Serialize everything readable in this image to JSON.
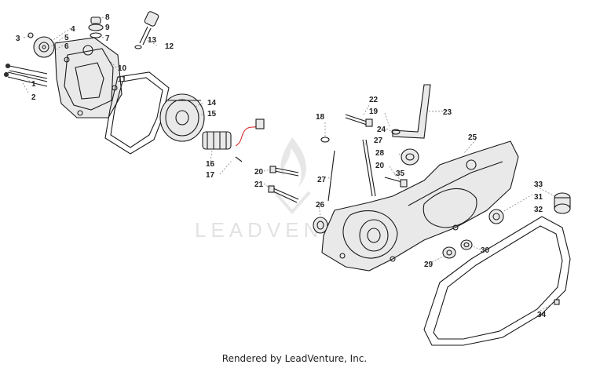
{
  "diagram": {
    "labels": [
      "1",
      "2",
      "3",
      "4",
      "5",
      "6",
      "7",
      "8",
      "9",
      "10",
      "11",
      "12",
      "13",
      "14",
      "15",
      "16",
      "17",
      "18",
      "19",
      "20",
      "20",
      "21",
      "22",
      "23",
      "24",
      "25",
      "26",
      "27",
      "27",
      "28",
      "29",
      "30",
      "31",
      "32",
      "33",
      "34",
      "35"
    ],
    "watermark": "LEADVENTURE",
    "footer": "Rendered by LeadVenture, Inc."
  }
}
